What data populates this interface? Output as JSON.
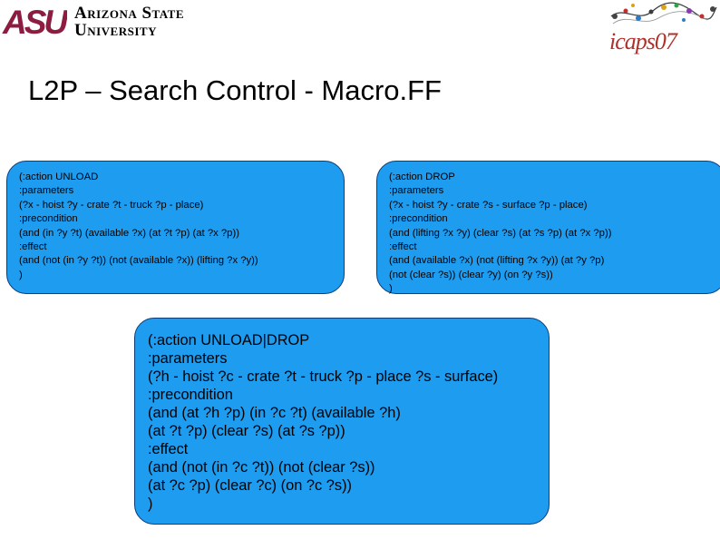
{
  "header": {
    "asu_logo": {
      "mark_text": "ASU",
      "line1": "Arizona State",
      "line2": "University"
    },
    "icaps_logo": {
      "text": "icaps07"
    }
  },
  "title": "L2P – Search Control - Macro.FF",
  "boxes": {
    "unload": {
      "lines": [
        "(:action UNLOAD",
        ":parameters",
        "(?x - hoist ?y - crate ?t - truck ?p - place)",
        ":precondition",
        "(and (in ?y ?t) (available ?x) (at ?t ?p) (at ?x ?p))",
        ":effect",
        "(and (not (in ?y ?t)) (not (available ?x)) (lifting ?x ?y))",
        ")"
      ]
    },
    "drop": {
      "lines": [
        "(:action DROP",
        ":parameters",
        "(?x - hoist ?y - crate ?s - surface ?p - place)",
        ":precondition",
        "(and (lifting ?x ?y) (clear ?s) (at ?s ?p) (at ?x ?p))",
        ":effect",
        "(and (available ?x) (not (lifting ?x ?y)) (at ?y ?p)",
        "(not (clear ?s)) (clear ?y) (on ?y ?s))",
        ")"
      ]
    },
    "merged": {
      "lines": [
        "(:action UNLOAD|DROP",
        ":parameters",
        "(?h - hoist ?c - crate ?t - truck ?p - place ?s - surface)",
        ":precondition",
        "(and (at ?h ?p) (in ?c ?t) (available ?h)",
        "(at ?t ?p) (clear ?s) (at ?s ?p))",
        ":effect",
        "(and (not (in ?c ?t)) (not (clear ?s))",
        "(at ?c ?p) (clear ?c) (on ?c ?s))",
        ")"
      ]
    }
  },
  "colors": {
    "box_fill": "#1e9cf0",
    "box_border": "#0a3c78",
    "asu_maroon": "#8c1d40",
    "asu_gold": "#ffc627"
  }
}
